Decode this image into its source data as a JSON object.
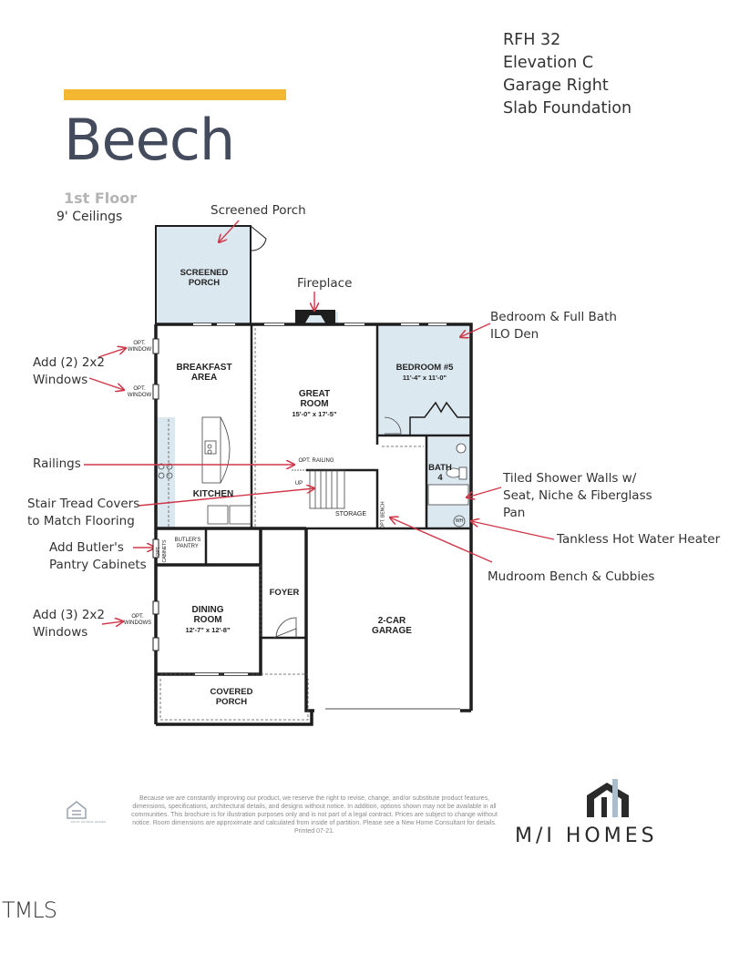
{
  "header": {
    "plan_name": "Beech",
    "floor": "1st Floor",
    "ceilings": "9' Ceilings",
    "accent_color": "#f4b731",
    "title_color": "#434b5c"
  },
  "info": {
    "lines": [
      "RFH 32",
      "Elevation C",
      "Garage Right",
      "Slab Foundation"
    ]
  },
  "callouts": {
    "screened_porch": "Screened Porch",
    "fireplace": "Fireplace",
    "bedroom_line1": "Bedroom & Full Bath",
    "bedroom_line2": "ILO Den",
    "windows2_line1": "Add (2) 2x2",
    "windows2_line2": "Windows",
    "railings": "Railings",
    "stair_line1": "Stair Tread Covers",
    "stair_line2": "to Match Flooring",
    "butler_line1": "Add Butler's",
    "butler_line2": "Pantry Cabinets",
    "windows3_line1": "Add (3) 2x2",
    "windows3_line2": "Windows",
    "shower_line1": "Tiled Shower Walls w/",
    "shower_line2": "Seat, Niche & Fiberglass",
    "shower_line3": "Pan",
    "water_heater": "Tankless Hot Water Heater",
    "mudroom": "Mudroom Bench & Cubbies",
    "arrow_color": "#d0384a"
  },
  "rooms": {
    "screened_porch": {
      "line1": "SCREENED",
      "line2": "PORCH"
    },
    "breakfast": {
      "line1": "BREAKFAST",
      "line2": "AREA"
    },
    "great_room": {
      "line1": "GREAT",
      "line2": "ROOM",
      "dims": "15'-0\" x 17'-5\""
    },
    "bedroom5": {
      "line1": "BEDROOM #5",
      "dims": "11'-4\" x 11'-0\""
    },
    "bath4": {
      "line1": "BATH",
      "line2": "4"
    },
    "kitchen": {
      "line1": "KITCHEN"
    },
    "storage": {
      "line1": "STORAGE"
    },
    "butlers_pantry": {
      "line1": "BUTLER'S",
      "line2": "PANTRY"
    },
    "foyer": {
      "line1": "FOYER"
    },
    "dining": {
      "line1": "DINING",
      "line2": "ROOM",
      "dims": "12'-7\" x 12'-8\""
    },
    "garage": {
      "line1": "2-CAR",
      "line2": "GARAGE"
    },
    "covered_porch": {
      "line1": "COVERED",
      "line2": "PORCH"
    }
  },
  "plan_labels": {
    "opt_window": "OPT.",
    "window": "WINDOW",
    "windows": "WINDOWS",
    "opt_railing": "OPT. RAILING",
    "up": "UP",
    "opt_cabinets": "OPT. CABINETS",
    "opt_bench": "OPT. BENCH",
    "wh": "WH"
  },
  "footer": {
    "disclaimer": "Because we are constantly improving our product, we reserve the right to revise, change, and/or substitute product features, dimensions, specifications, architectural details, and designs without notice. In addition, options shown may not be available in all communities. This brochure is for illustration purposes only and is not part of a legal contract. Prices are subject to change without notice. Room dimensions are approximate and calculated from inside of partition. Please see a New Home Consultant for details. Printed 07-21.",
    "brand": "M/I HOMES",
    "watermark": "TMLS",
    "equal_housing": "EQUAL HOUSING LENDER"
  },
  "colors": {
    "room_fill": "#dbe8f0",
    "wall": "#1e1e1e"
  }
}
